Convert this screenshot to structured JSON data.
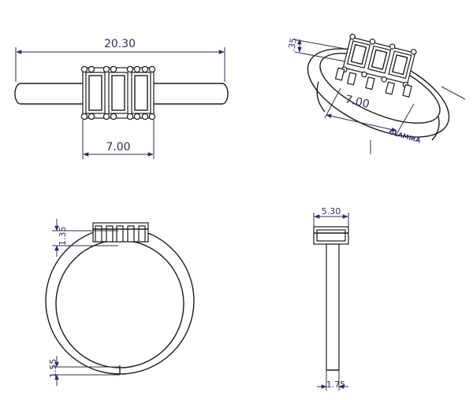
{
  "dimensions": {
    "overall_length": "20.30",
    "stone_set_width_front": "7.00",
    "stone_set_width_iso": "7.00",
    "iso_height": ".35",
    "top_thickness": "1.35",
    "side_width_top": "5.30",
    "bottom_thickness": "1.55",
    "side_width_bottom": "1.75"
  },
  "engraving": "GLAMIRA",
  "colors": {
    "outline": "#1d1d1d",
    "dimension": "#2d2f5e",
    "background": "#ffffff"
  }
}
